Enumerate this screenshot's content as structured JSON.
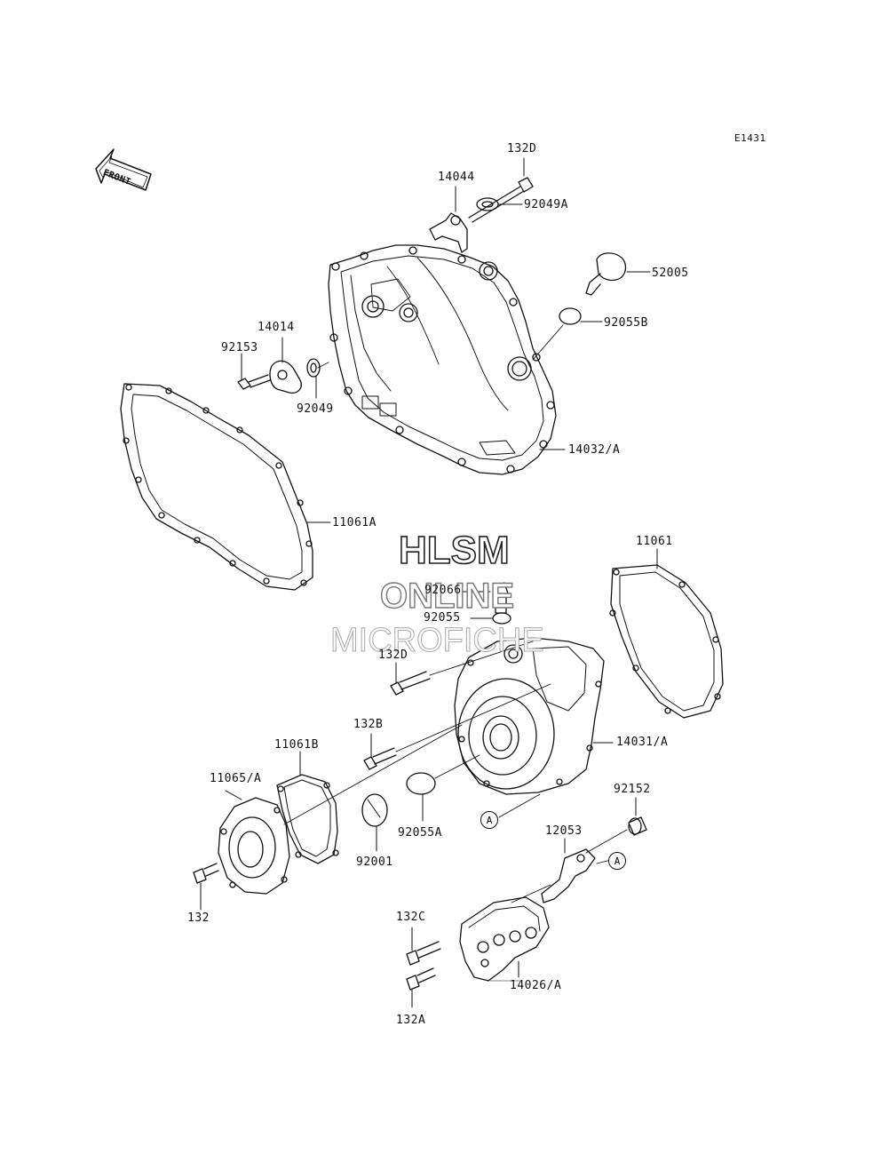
{
  "diagram_code": "E1431",
  "front_arrow_text": "FRONT",
  "watermark": {
    "line1": "HLSM",
    "line2": "ONLINE",
    "line3": "MICROFICHE"
  },
  "ref_marks": {
    "a1": "A",
    "a2": "A"
  },
  "parts": {
    "p132d_top": "132D",
    "p14044": "14044",
    "p92049a": "92049A",
    "p52005": "52005",
    "p92055b": "92055B",
    "p14014": "14014",
    "p92153": "92153",
    "p92049": "92049",
    "p14032a": "14032/A",
    "p11061a": "11061A",
    "p11061": "11061",
    "p92066": "92066",
    "p92055": "92055",
    "p132d_mid": "132D",
    "p132b": "132B",
    "p14031a": "14031/A",
    "p11061b": "11061B",
    "p11065a": "11065/A",
    "p92055a": "92055A",
    "p92152": "92152",
    "p12053": "12053",
    "p92001": "92001",
    "p132": "132",
    "p132c": "132C",
    "p14026a": "14026/A",
    "p132a": "132A"
  }
}
